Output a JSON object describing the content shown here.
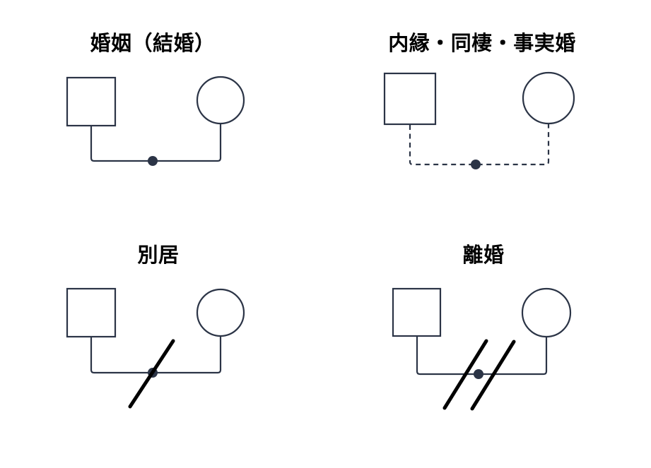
{
  "page": {
    "background": "#ffffff",
    "kind": "genogram-relationship-legend"
  },
  "colors": {
    "symbol_stroke": "#2b3446",
    "union_dot": "#2b3446",
    "slash": "#000000",
    "title_text": "#000000"
  },
  "style": {
    "dash_pattern": "7 5.5"
  },
  "legend_items": [
    {
      "label": "婚姻（結婚）",
      "union_line_style": "solid",
      "slash_count": 0
    },
    {
      "label": "内縁・同棲・事実婚",
      "union_line_style": "dashed",
      "slash_count": 0
    },
    {
      "label": "別居",
      "union_line_style": "solid",
      "slash_count": 1
    },
    {
      "label": "離婚",
      "union_line_style": "solid",
      "slash_count": 2
    }
  ]
}
